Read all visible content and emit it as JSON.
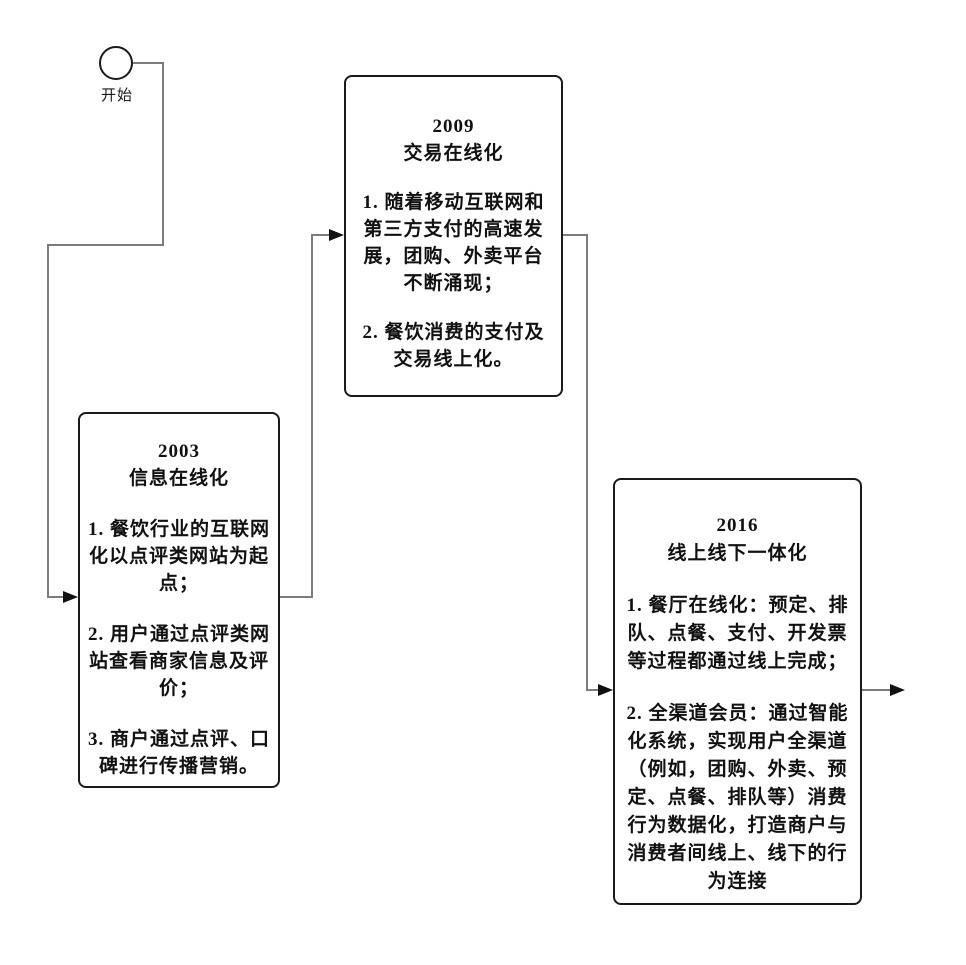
{
  "diagram_title": "",
  "colors": {
    "background": "#ffffff",
    "box_border": "#1a1a1a",
    "connector_line": "#7c7c7c",
    "arrowhead": "#111111",
    "text": "#111111"
  },
  "start": {
    "label": "开始"
  },
  "nodes": [
    {
      "year": "2003",
      "subtitle": "信息在线化",
      "items": [
        "1. 餐饮行业的互联网化以点评类网站为起点；",
        "2. 用户通过点评类网站查看商家信息及评价；",
        "3. 商户通过点评、口碑进行传播营销。"
      ]
    },
    {
      "year": "2009",
      "subtitle": "交易在线化",
      "items": [
        "1. 随着移动互联网和第三方支付的高速发展，团购、外卖平台不断涌现；",
        "2. 餐饮消费的支付及交易线上化。"
      ]
    },
    {
      "year": "2016",
      "subtitle": "线上线下一体化",
      "items": [
        "1. 餐厅在线化：预定、排队、点餐、支付、开发票等过程都通过线上完成；",
        "2. 全渠道会员：通过智能化系统，实现用户全渠道（例如，团购、外卖、预定、点餐、排队等）消费行为数据化，打造商户与消费者间线上、线下的行为连接"
      ]
    }
  ]
}
